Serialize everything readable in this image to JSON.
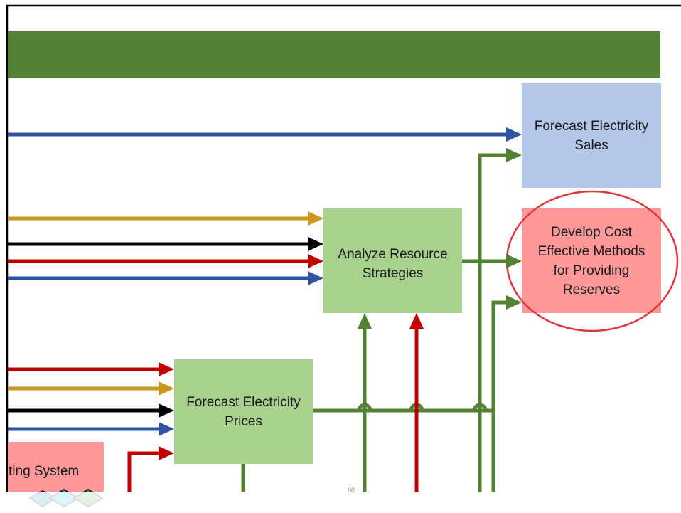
{
  "boxes": {
    "forecast_sales": {
      "label": "Forecast Electricity Sales",
      "line1": "Forecast Electricity",
      "line2": "Sales"
    },
    "develop_cost": {
      "label": "Develop Cost Effective Methods for Providing Reserves",
      "line1": "Develop Cost",
      "line2": "Effective Methods",
      "line3": "for Providing",
      "line4": "Reserves"
    },
    "analyze_resource": {
      "label": "Analyze Resource Strategies",
      "line1": "Analyze Resource",
      "line2": "Strategies"
    },
    "forecast_prices": {
      "label": "Forecast Electricity Prices",
      "line1": "Forecast Electricity",
      "line2": "Prices"
    },
    "partial_system": {
      "label": "ting System"
    }
  },
  "page_number": "80",
  "colors": {
    "header_bar": "#538135",
    "green_box": "#a9d18e",
    "blue_box": "#b4c7e7",
    "red_box": "#ff9999",
    "highlight_circle": "#e0353c",
    "arrow_blue": "#2f54a0",
    "arrow_gold": "#c9961a",
    "arrow_black": "#000000",
    "arrow_red": "#c00000",
    "arrow_green": "#548235"
  }
}
